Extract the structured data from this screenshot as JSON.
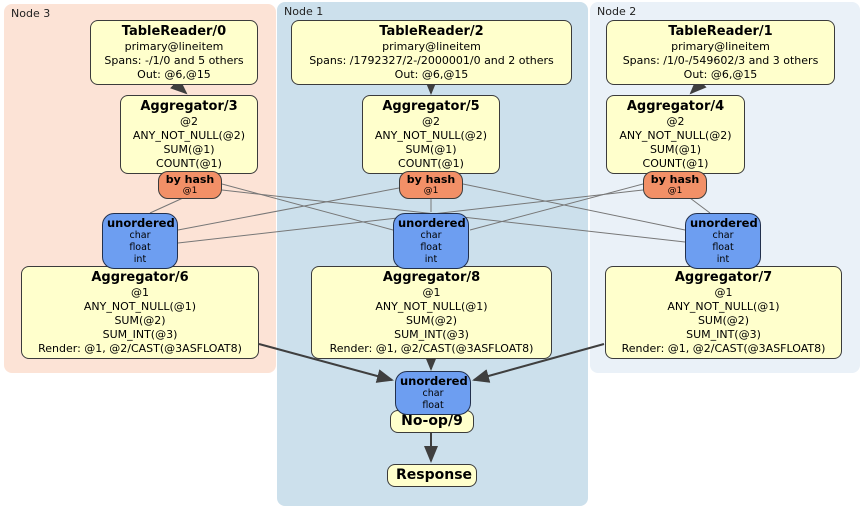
{
  "colors": {
    "node3_bg": "#fce3d6",
    "node1_bg": "#cce0ec",
    "node2_bg": "#eaf1f8",
    "processor_fill": "#ffffcc",
    "router_fill": "#f29067",
    "sync_fill": "#6d9ef1",
    "edge_thick": "#3f3f3f",
    "edge_thin": "#777777"
  },
  "nodes": [
    {
      "label": "Node 3",
      "table_reader": {
        "title": "TableReader/0",
        "lines": [
          "primary@lineitem",
          "Spans: -/1/0 and 5 others",
          "Out: @6,@15"
        ]
      },
      "aggregator_top": {
        "title": "Aggregator/3",
        "lines": [
          "@2",
          "ANY_NOT_NULL(@2)",
          "SUM(@1)",
          "COUNT(@1)"
        ]
      },
      "router": {
        "title": "by hash",
        "detail": "@1"
      },
      "sync": {
        "title": "unordered",
        "lines": [
          "char",
          "float",
          "int"
        ]
      },
      "aggregator_bottom": {
        "title": "Aggregator/6",
        "lines": [
          "@1",
          "ANY_NOT_NULL(@1)",
          "SUM(@2)",
          "SUM_INT(@3)",
          "Render: @1, @2/CAST(@3ASFLOAT8)"
        ]
      }
    },
    {
      "label": "Node 1",
      "table_reader": {
        "title": "TableReader/2",
        "lines": [
          "primary@lineitem",
          "Spans: /1792327/2-/2000001/0 and 2 others",
          "Out: @6,@15"
        ]
      },
      "aggregator_top": {
        "title": "Aggregator/5",
        "lines": [
          "@2",
          "ANY_NOT_NULL(@2)",
          "SUM(@1)",
          "COUNT(@1)"
        ]
      },
      "router": {
        "title": "by hash",
        "detail": "@1"
      },
      "sync": {
        "title": "unordered",
        "lines": [
          "char",
          "float",
          "int"
        ]
      },
      "aggregator_bottom": {
        "title": "Aggregator/8",
        "lines": [
          "@1",
          "ANY_NOT_NULL(@1)",
          "SUM(@2)",
          "SUM_INT(@3)",
          "Render: @1, @2/CAST(@3ASFLOAT8)"
        ]
      }
    },
    {
      "label": "Node 2",
      "table_reader": {
        "title": "TableReader/1",
        "lines": [
          "primary@lineitem",
          "Spans: /1/0-/549602/3 and 3 others",
          "Out: @6,@15"
        ]
      },
      "aggregator_top": {
        "title": "Aggregator/4",
        "lines": [
          "@2",
          "ANY_NOT_NULL(@2)",
          "SUM(@1)",
          "COUNT(@1)"
        ]
      },
      "router": {
        "title": "by hash",
        "detail": "@1"
      },
      "sync": {
        "title": "unordered",
        "lines": [
          "char",
          "float",
          "int"
        ]
      },
      "aggregator_bottom": {
        "title": "Aggregator/7",
        "lines": [
          "@1",
          "ANY_NOT_NULL(@1)",
          "SUM(@2)",
          "SUM_INT(@3)",
          "Render: @1, @2/CAST(@3ASFLOAT8)"
        ]
      }
    }
  ],
  "final": {
    "sync": {
      "title": "unordered",
      "lines": [
        "char",
        "float"
      ]
    },
    "noop": "No-op/9",
    "response": "Response"
  }
}
